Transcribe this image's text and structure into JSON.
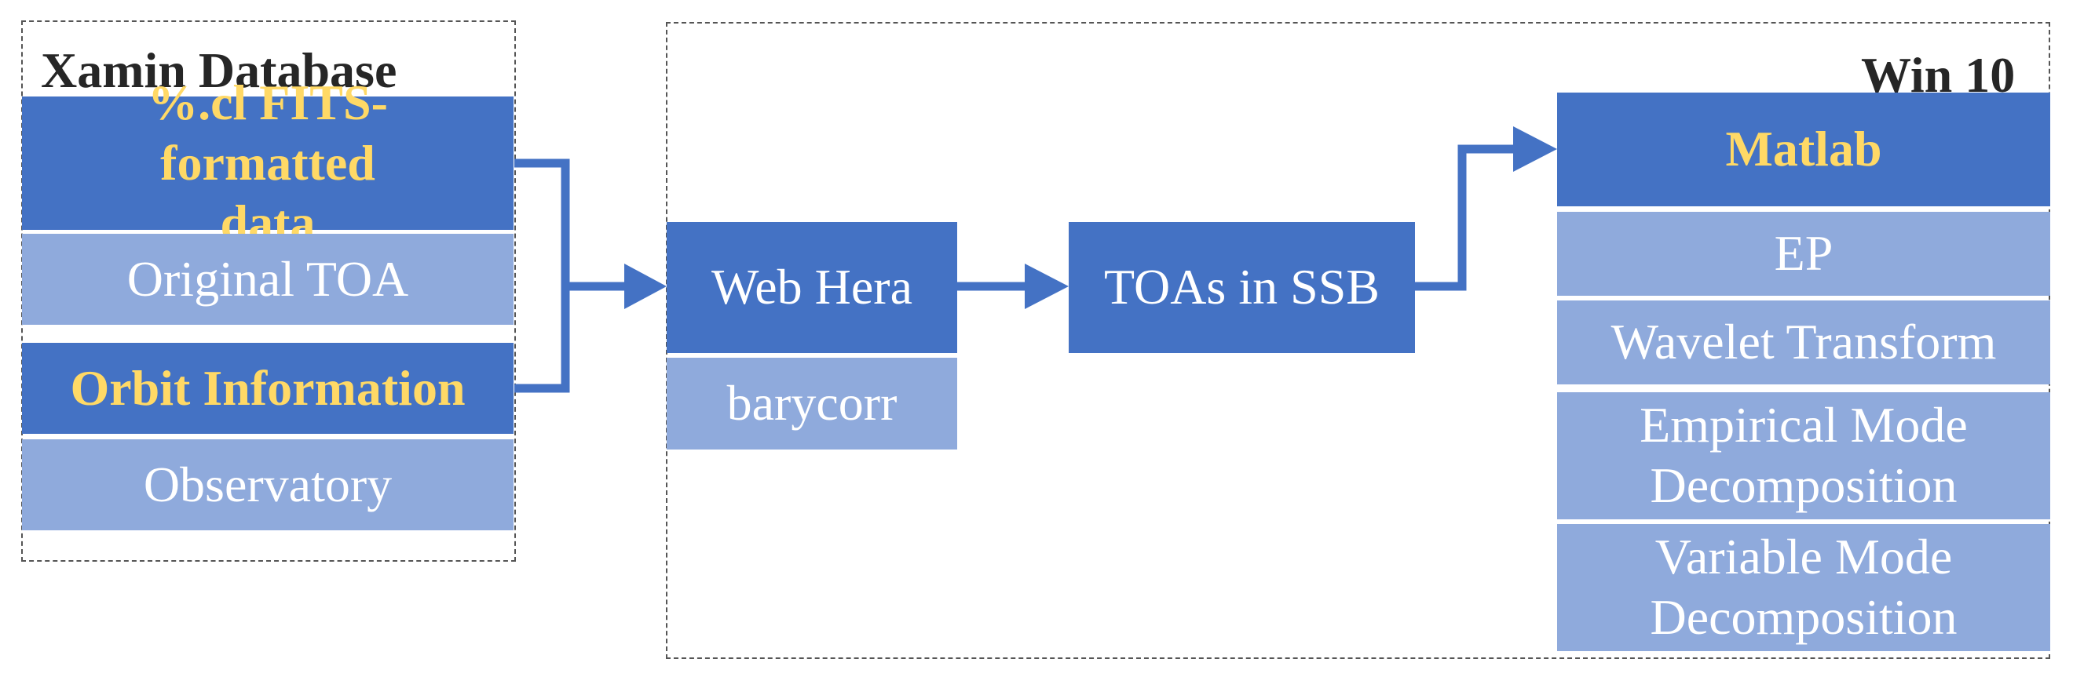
{
  "left_group": {
    "title": "Xamin Database",
    "items": [
      {
        "label": "%.cl  FITS-formatted data",
        "style": "dark-bold"
      },
      {
        "label": "Original TOA",
        "style": "light"
      },
      {
        "label": "Orbit Information",
        "style": "dark-bold"
      },
      {
        "label": "Observatory",
        "style": "light"
      }
    ]
  },
  "right_group": {
    "title": "Win 10"
  },
  "web_hera": {
    "label": "Web Hera",
    "sub": "barycorr"
  },
  "toas": {
    "label": "TOAs in SSB"
  },
  "matlab": {
    "header": "Matlab",
    "items": [
      {
        "label": "EP"
      },
      {
        "label": "Wavelet Transform"
      },
      {
        "label": "Empirical Mode Decomposition"
      },
      {
        "label": "Variable Mode Decomposition"
      }
    ]
  },
  "colors": {
    "dark_box": "#4472c4",
    "light_box": "#8faadc",
    "highlight_text": "#ffd966",
    "arrow": "#4472c4"
  }
}
